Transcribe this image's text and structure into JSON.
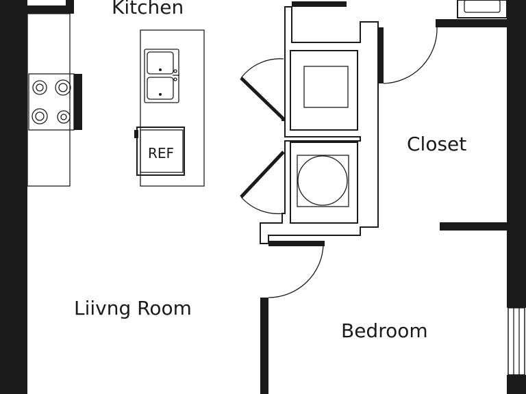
{
  "rooms": {
    "kitchen": "Kitchen",
    "closet": "Closet",
    "living_room": "Liivng Room",
    "bedroom": "Bedroom"
  },
  "fixtures": {
    "refrigerator": "REF"
  }
}
